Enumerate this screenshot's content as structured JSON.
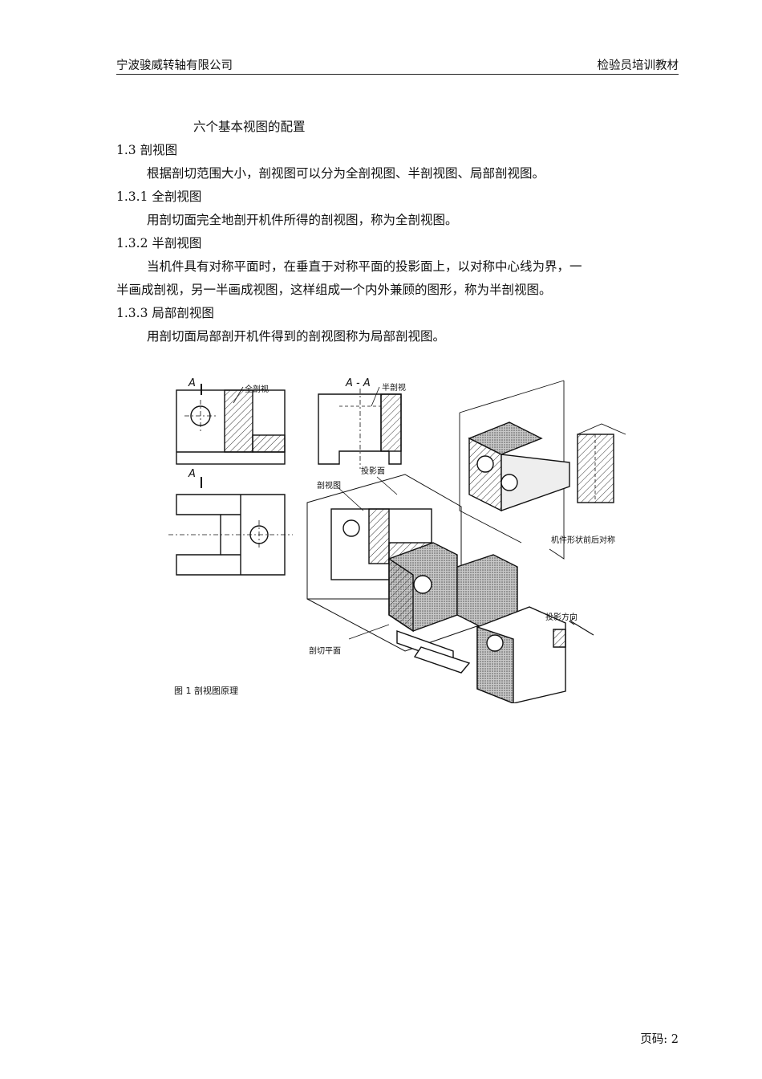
{
  "header": {
    "company": "宁波骏威转轴有限公司",
    "doc_title": "检验员培训教材"
  },
  "content": {
    "subtitle": "六个基本视图的配置",
    "s13_title": "1.3 剖视图",
    "s13_text": "根据剖切范围大小，剖视图可以分为全剖视图、半剖视图、局部剖视图。",
    "s131_title": "1.3.1 全剖视图",
    "s131_text": "用剖切面完全地剖开机件所得的剖视图，称为全剖视图。",
    "s132_title": "1.3.2 半剖视图",
    "s132_text_1": "当机件具有对称平面时，在垂直于对称平面的投影面上，以对称中心线为界，一",
    "s132_text_2": "半画成剖视，另一半画成视图，这样组成一个内外兼顾的图形，称为半剖视图。",
    "s133_title": "1.3.3 局部剖视图",
    "s133_text": "用剖切面局部剖开机件得到的剖视图称为局部剖视图。"
  },
  "figure": {
    "label_a1": "A",
    "label_full": "全剖视",
    "label_aa": "A - A",
    "label_half": "半剖视",
    "label_a2": "A",
    "label_section_view": "剖视图",
    "label_projection_plane": "投影面",
    "label_symmetry": "机件形状前后对称",
    "label_projection_direction": "投影方向",
    "label_cutting_plane": "剖切平面",
    "caption": "图 1   剖视图原理"
  },
  "footer": {
    "page_label": "页码:",
    "page_number": "2"
  }
}
